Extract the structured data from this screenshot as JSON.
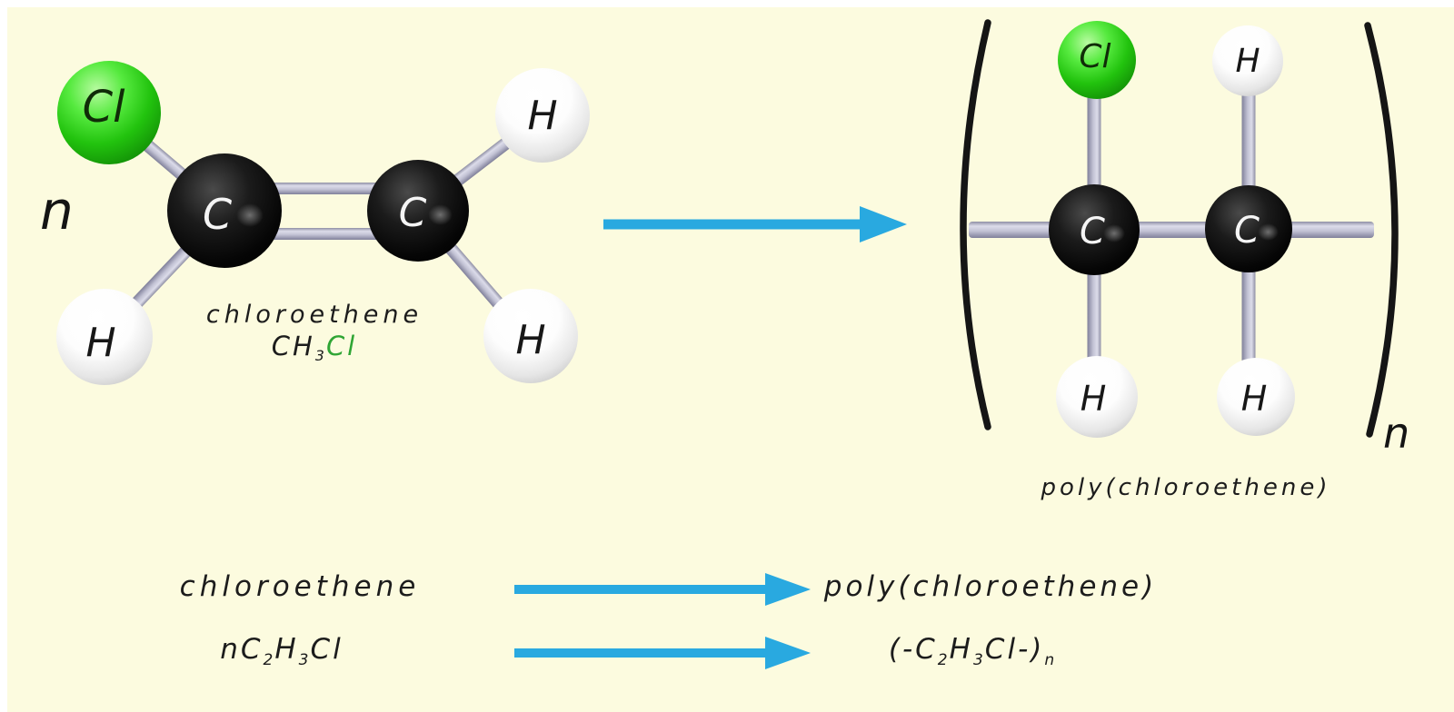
{
  "colors": {
    "background": "#FCFBDF",
    "arrow_blue": "#29A9E0",
    "text_dark": "#1C1C1C",
    "formula_green": "#2FA534",
    "chlorine_green": "#22C30E"
  },
  "left_molecule": {
    "coefficient_n": "n",
    "atom_labels": {
      "cl": "Cl",
      "c1": "C",
      "c2": "C",
      "h_top_right": "H",
      "h_bottom_left": "H",
      "h_bottom_right": "H"
    },
    "caption_name": "chloroethene",
    "caption_formula": {
      "p1": "CH",
      "s1": "3",
      "p2": "Cl"
    }
  },
  "polymer_unit": {
    "atom_labels": {
      "cl": "Cl",
      "h_top": "H",
      "c1": "C",
      "c2": "C",
      "h_bottom_left": "H",
      "h_bottom_right": "H"
    },
    "bracket_subscript": "n",
    "caption": "poly(chloroethene)"
  },
  "equations": {
    "word": {
      "reactant": "chloroethene",
      "product": "poly(chloroethene)"
    },
    "formula": {
      "reactant": {
        "p1": "nC",
        "s1": "2",
        "p2": "H",
        "s2": "3",
        "p3": "Cl"
      },
      "product": {
        "p1": "(-C",
        "s1": "2",
        "p2": "H",
        "s2": "3",
        "p3": "Cl",
        "p4": "-)",
        "s3": "n"
      }
    }
  }
}
